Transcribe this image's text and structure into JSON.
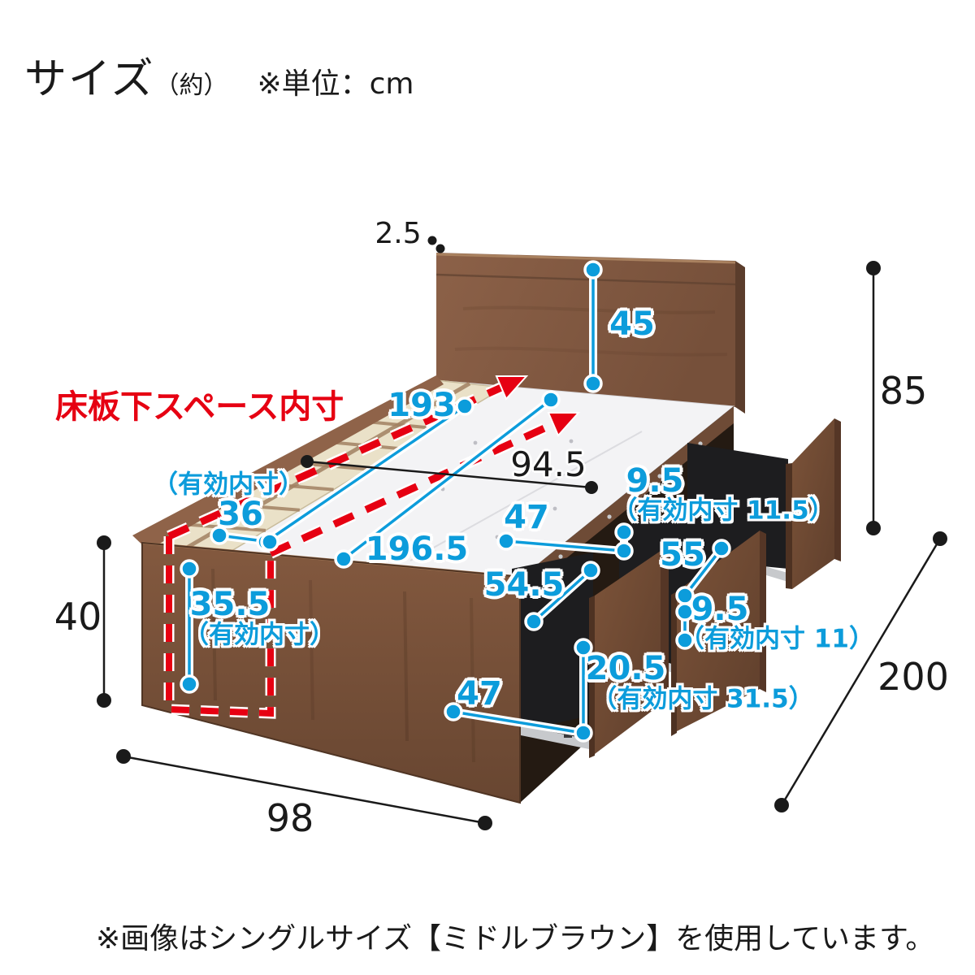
{
  "header": {
    "title": "サイズ",
    "approx": "（約）",
    "unit_note": "※単位：cm"
  },
  "floor_space_label": "床板下スペース内寸",
  "footnote": "※画像はシングルサイズ【ミドルブラウン】を使用しています。",
  "colors": {
    "accent_blue": "#0C9CDB",
    "alert_red": "#E60012",
    "text_black": "#1a1a1a",
    "wood_brown": "#7E5740"
  },
  "dims": {
    "headboard_thickness": "2.5",
    "headboard_height": "45",
    "overall_height": "85",
    "slat_length": "193",
    "inner_note_top": "（有効内寸）",
    "slat_inner_width": "36",
    "deck_width": "94.5",
    "deck_length": "196.5",
    "drawer_top_width": "47",
    "rear_gap": "9.5",
    "rear_gap_note": "（有効内寸 11.5）",
    "rear_drawer_length": "55",
    "front_drawer_length": "54.5",
    "mid_gap": "9.5",
    "mid_gap_note": "（有効内寸 11）",
    "frame_height": "40",
    "underfloor_height": "35.5",
    "underfloor_note": "（有効内寸）",
    "drawer_depth": "20.5",
    "drawer_depth_note": "（有効内寸 31.5）",
    "drawer_front_width": "47",
    "overall_width": "98",
    "overall_length": "200"
  }
}
